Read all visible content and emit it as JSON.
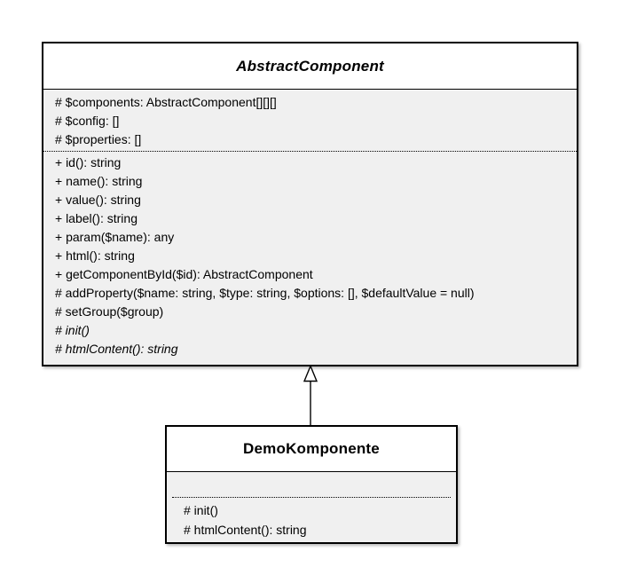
{
  "colors": {
    "border": "#000000",
    "title_background": "#ffffff",
    "body_background": "#f0f0f0",
    "text": "#000000",
    "page_background": "#ffffff"
  },
  "classes": {
    "abstract_component": {
      "title": "AbstractComponent",
      "is_abstract": true,
      "attributes": [
        {
          "text": "# $components: AbstractComponent[][][]",
          "italic": false
        },
        {
          "text": "# $config: []",
          "italic": false
        },
        {
          "text": "# $properties: []",
          "italic": false
        }
      ],
      "methods": [
        {
          "text": "+ id(): string",
          "italic": false
        },
        {
          "text": "+ name(): string",
          "italic": false
        },
        {
          "text": "+ value(): string",
          "italic": false
        },
        {
          "text": "+ label(): string",
          "italic": false
        },
        {
          "text": "+ param($name): any",
          "italic": false
        },
        {
          "text": "+ html(): string",
          "italic": false
        },
        {
          "text": "+ getComponentById($id): AbstractComponent",
          "italic": false
        },
        {
          "text": "# addProperty($name: string, $type: string, $options: [], $defaultValue = null)",
          "italic": false
        },
        {
          "text": "# setGroup($group)",
          "italic": false
        },
        {
          "text": "# init()",
          "italic": true
        },
        {
          "text": "# htmlContent(): string",
          "italic": true
        }
      ]
    },
    "demo_komponente": {
      "title": "DemoKomponente",
      "is_abstract": false,
      "attributes": [],
      "methods": [
        {
          "text": "# init()",
          "italic": false
        },
        {
          "text": "# htmlContent(): string",
          "italic": false
        }
      ]
    }
  },
  "relationships": [
    {
      "type": "inheritance",
      "from": "DemoKomponente",
      "to": "AbstractComponent"
    }
  ]
}
